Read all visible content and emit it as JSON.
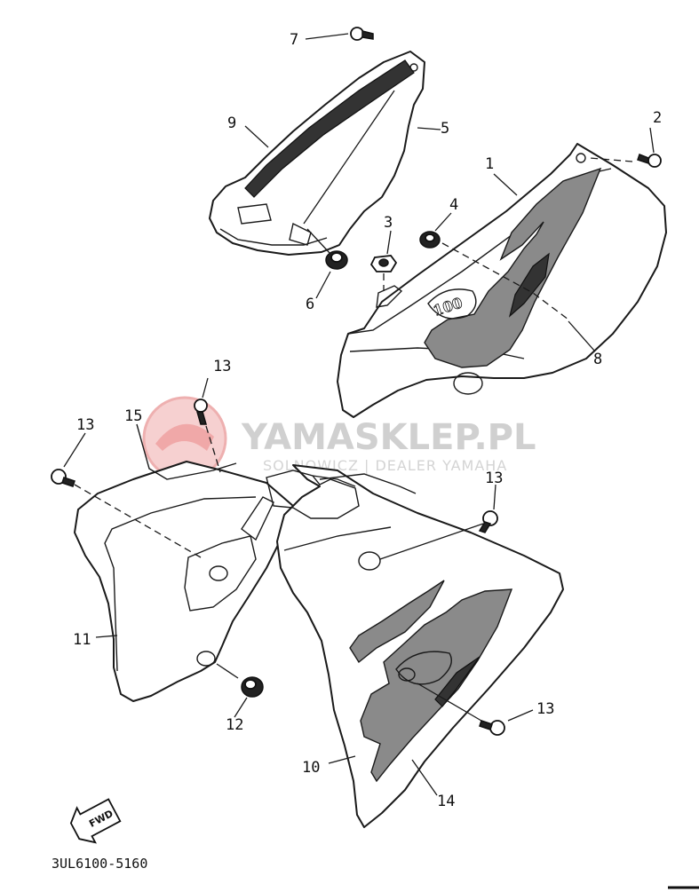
{
  "diagram": {
    "part_code": "3UL6100-5160",
    "fwd_label": "FWD",
    "decal_text": "100",
    "callouts": {
      "c1": "1",
      "c2": "2",
      "c3": "3",
      "c4": "4",
      "c5": "5",
      "c6": "6",
      "c7": "7",
      "c8": "8",
      "c9": "9",
      "c10": "10",
      "c11": "11",
      "c12": "12",
      "c13a": "13",
      "c13b": "13",
      "c13c": "13",
      "c13d": "13",
      "c14": "14",
      "c15": "15"
    }
  },
  "watermark": {
    "title": "YAMASKLEP.PL",
    "subtitle": "SOLNOWICZ | DEALER YAMAHA",
    "logo_color": "#f2b8b8"
  }
}
